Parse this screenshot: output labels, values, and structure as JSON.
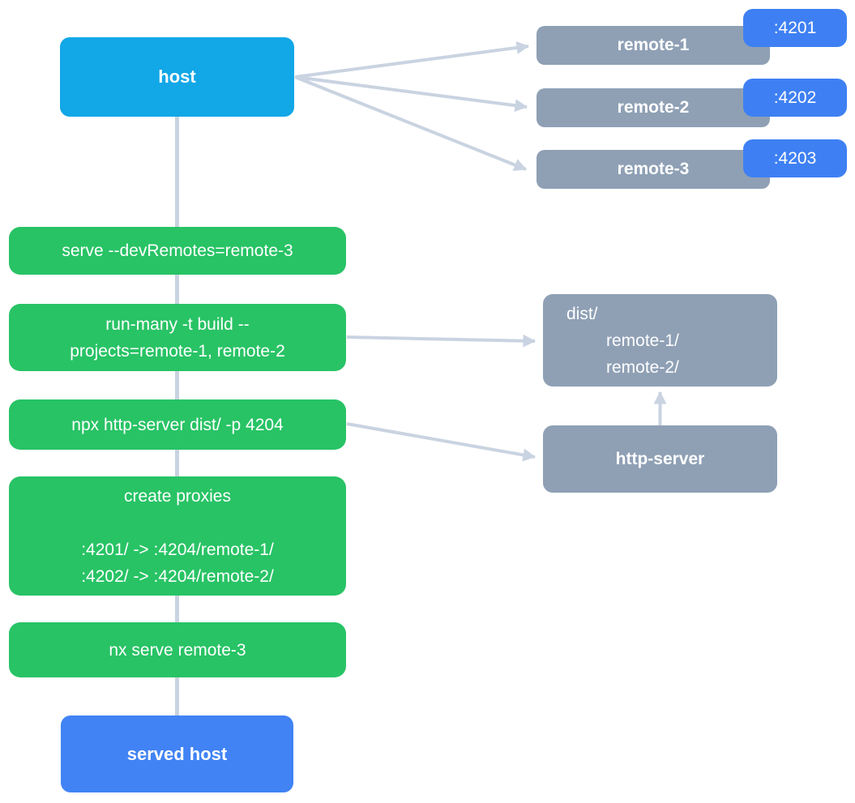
{
  "diagram": {
    "host": {
      "label": "host"
    },
    "remotes": [
      {
        "label": "remote-1",
        "port": ":4201"
      },
      {
        "label": "remote-2",
        "port": ":4202"
      },
      {
        "label": "remote-3",
        "port": ":4203"
      }
    ],
    "cmd_serve": {
      "label": "serve --devRemotes=remote-3"
    },
    "cmd_run_many": {
      "line1": "run-many -t build --",
      "line2": "projects=remote-1, remote-2"
    },
    "cmd_http_server": {
      "label": "npx http-server dist/ -p 4204"
    },
    "cmd_create_proxies": {
      "title": "create proxies",
      "spacer": "",
      "map1": ":4201/ -> :4204/remote-1/",
      "map2": ":4202/ -> :4204/remote-2/"
    },
    "cmd_nx_serve": {
      "label": "nx serve remote-3"
    },
    "dist": {
      "root": "dist/",
      "child1": "remote-1/",
      "child2": "remote-2/"
    },
    "http_server": {
      "label": "http-server"
    },
    "served_host": {
      "label": "served host"
    }
  },
  "colors": {
    "canvas_bg": "#ffffff",
    "host_blue": "#12a7e7",
    "node_gray": "#8fa0b5",
    "badge_blue": "#3e80f3",
    "green": "#28c365",
    "served_blue": "#4183f4",
    "connector": "#c9d3e1",
    "label_white": "#ffffff"
  }
}
